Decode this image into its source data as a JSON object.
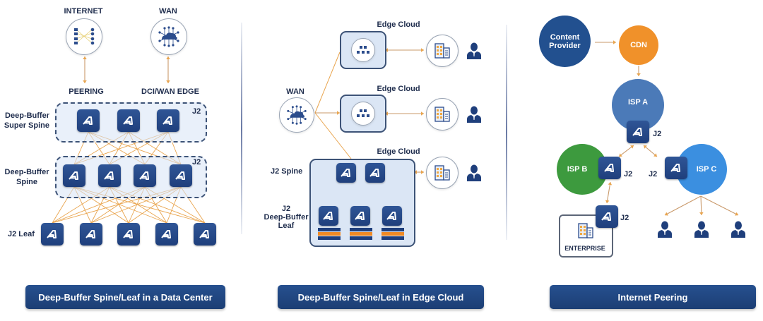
{
  "panels": [
    {
      "id": "data-center",
      "caption": "Deep-Buffer Spine/Leaf in a Data Center",
      "top_nodes": [
        {
          "label": "INTERNET",
          "icon": "internet-peering-icon",
          "connects_to": "PEERING"
        },
        {
          "label": "WAN",
          "icon": "wan-cloud-icon",
          "connects_to": "DCI/WAN EDGE"
        }
      ],
      "edge_labels": [
        "PEERING",
        "DCI/WAN EDGE"
      ],
      "tiers": [
        {
          "label": "Deep-Buffer Super Spine",
          "label_lines": [
            "Deep-Buffer",
            "Super Spine"
          ],
          "chip_tag": "J2",
          "switch_count": 3
        },
        {
          "label": "Deep-Buffer Spine",
          "label_lines": [
            "Deep-Buffer",
            "Spine"
          ],
          "chip_tag": "J2",
          "switch_count": 4
        },
        {
          "label": "J2 Leaf",
          "label_lines": [
            "J2 Leaf"
          ],
          "chip_tag": "",
          "switch_count": 5
        }
      ]
    },
    {
      "id": "edge-cloud",
      "caption": "Deep-Buffer Spine/Leaf in Edge Cloud",
      "wan_label": "WAN",
      "edge_clouds": [
        {
          "label": "Edge Cloud",
          "type": "compute-node"
        },
        {
          "label": "Edge Cloud",
          "type": "compute-node"
        },
        {
          "label": "Edge Cloud",
          "type": "spine-leaf"
        }
      ],
      "spine_label": "J2 Spine",
      "leaf_label_lines": [
        "J2",
        "Deep-Buffer",
        "Leaf"
      ],
      "spine_count": 2,
      "leaf_count": 3
    },
    {
      "id": "internet-peering",
      "caption": "Internet Peering",
      "nodes": [
        {
          "label": "Content Provider",
          "label_lines": [
            "Content",
            "Provider"
          ],
          "color": "#22508f"
        },
        {
          "label": "CDN",
          "color": "#f0912a"
        },
        {
          "label": "ISP A",
          "color": "#4b7ab8"
        },
        {
          "label": "ISP B",
          "color": "#3d9a3e"
        },
        {
          "label": "ISP C",
          "color": "#3b8fe0"
        }
      ],
      "switch_tag": "J2",
      "enterprise_label": "ENTERPRISE",
      "end_user_count": 3
    }
  ],
  "colors": {
    "navy": "#1f3f7c",
    "link_orange": "#e9a54f",
    "caption_bg": "#22477f",
    "box_fill": "#dbe6f5"
  }
}
